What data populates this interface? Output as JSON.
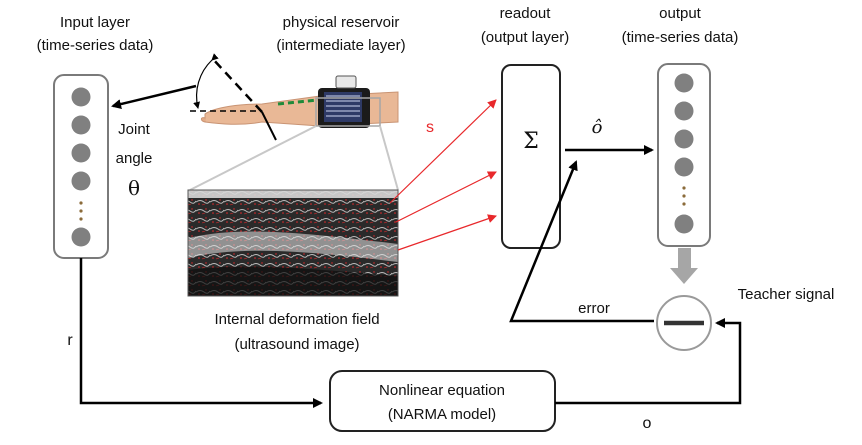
{
  "labels": {
    "input_layer_line1": "Input layer",
    "input_layer_line2": "(time-series data)",
    "reservoir_line1": "physical reservoir",
    "reservoir_line2": "(intermediate layer)",
    "readout_line1": "readout",
    "readout_line2": "(output layer)",
    "output_line1": "output",
    "output_line2": "(time-series data)",
    "joint_line1": "Joint",
    "joint_line2": "angle",
    "joint_symbol": "θ",
    "s_label": "s",
    "sigma": "Σ",
    "o_hat": "ô",
    "deformation_line1": "Internal deformation field",
    "deformation_line2": "(ultrasound image)",
    "error": "error",
    "teacher": "Teacher signal",
    "r_label": "r",
    "narma_line1": "Nonlinear equation",
    "narma_line2": "(NARMA model)",
    "o_label": "o"
  },
  "colors": {
    "node": "#808080",
    "red_arrow": "#e8282b",
    "gray_arrow": "#a6a6a6",
    "line": "#000000",
    "box_border": "#222222"
  }
}
